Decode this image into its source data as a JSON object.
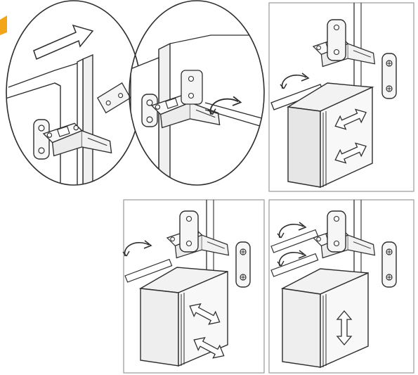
{
  "figure": {
    "panels": [
      {
        "id": "detach-hinge",
        "shape": "ellipses",
        "arrows": [
          "straight-right-arrow",
          "curved-turn-arrow"
        ]
      },
      {
        "id": "depth-adjust",
        "shape": "frame",
        "adjust_symbols": [
          "left-right-arrow",
          "left-right-arrow"
        ]
      },
      {
        "id": "side-adjust",
        "shape": "frame",
        "adjust_symbols": [
          "in-out-arrow",
          "in-out-arrow"
        ]
      },
      {
        "id": "height-adjust",
        "shape": "frame",
        "adjust_symbols": [
          "up-down-arrow"
        ]
      }
    ]
  },
  "colors": {
    "line": "#2e2e2e",
    "grey": "#9a9a9a",
    "box_face": "#f4f4f4",
    "box_side": "#e2e2e2",
    "accent": "#f2a516"
  }
}
